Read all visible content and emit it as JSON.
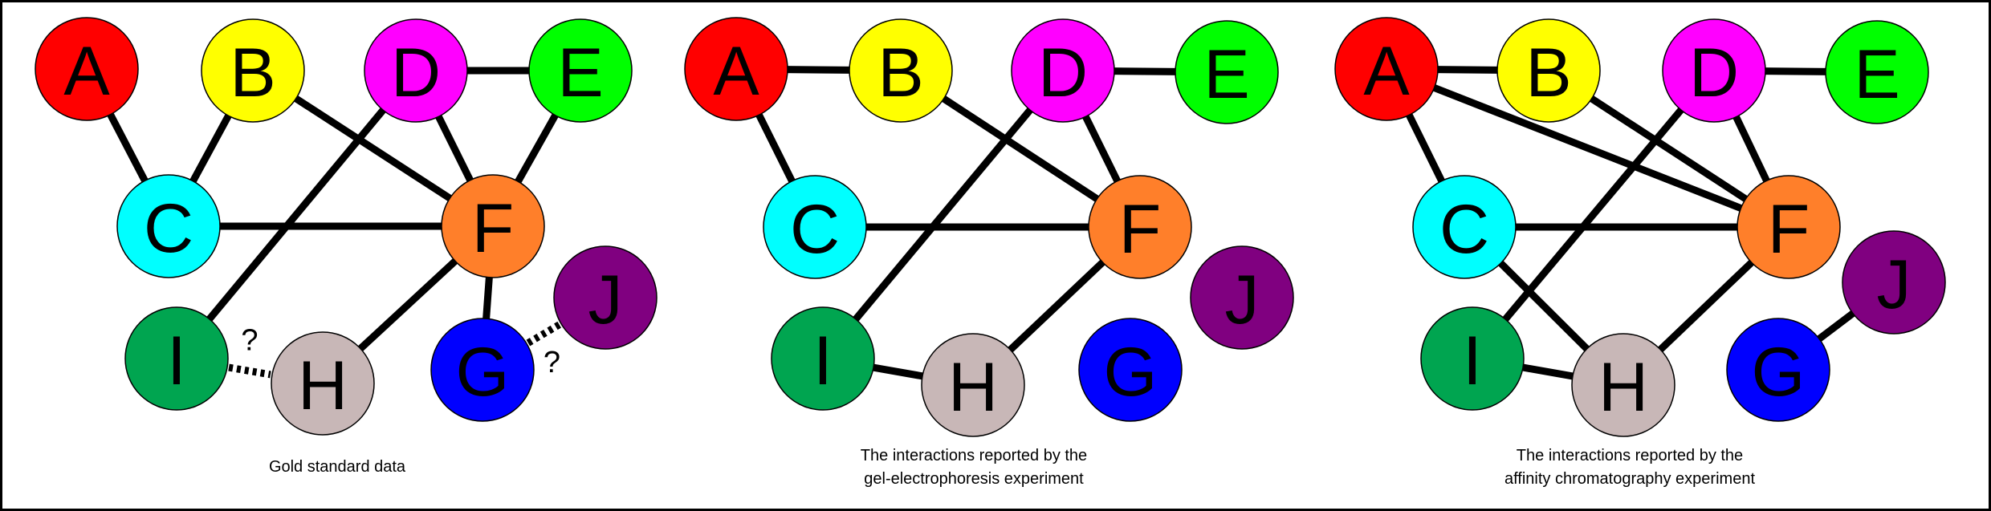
{
  "node_colors": {
    "A": "#ff0000",
    "B": "#ffff00",
    "C": "#00ffff",
    "D": "#ff00ff",
    "E": "#00ff00",
    "F": "#ff7f2a",
    "G": "#0000ff",
    "H": "#c8b7b7",
    "I": "#00a550",
    "J": "#800080"
  },
  "panels": [
    {
      "caption": [
        "Gold standard data"
      ],
      "edges": [
        [
          "A",
          "C"
        ],
        [
          "C",
          "B"
        ],
        [
          "B",
          "F"
        ],
        [
          "D",
          "E"
        ],
        [
          "D",
          "F"
        ],
        [
          "E",
          "F"
        ],
        [
          "C",
          "F"
        ],
        [
          "D",
          "I"
        ],
        [
          "F",
          "H"
        ],
        [
          "F",
          "G"
        ]
      ],
      "uncertain_edges": [
        {
          "from": "I",
          "to": "H",
          "label": "?"
        },
        {
          "from": "G",
          "to": "J",
          "label": "?"
        }
      ]
    },
    {
      "caption": [
        "The interactions reported by the",
        "gel-electrophoresis experiment"
      ],
      "edges": [
        [
          "A",
          "B"
        ],
        [
          "A",
          "C"
        ],
        [
          "B",
          "F"
        ],
        [
          "D",
          "E"
        ],
        [
          "D",
          "F"
        ],
        [
          "C",
          "F"
        ],
        [
          "D",
          "I"
        ],
        [
          "I",
          "H"
        ],
        [
          "H",
          "F"
        ]
      ],
      "uncertain_edges": []
    },
    {
      "caption": [
        "The interactions reported by the",
        "affinity chromatography experiment"
      ],
      "edges": [
        [
          "A",
          "B"
        ],
        [
          "A",
          "C"
        ],
        [
          "A",
          "F"
        ],
        [
          "B",
          "F"
        ],
        [
          "D",
          "E"
        ],
        [
          "D",
          "F"
        ],
        [
          "C",
          "F"
        ],
        [
          "D",
          "I"
        ],
        [
          "C",
          "H"
        ],
        [
          "I",
          "H"
        ],
        [
          "H",
          "F"
        ],
        [
          "G",
          "J"
        ]
      ],
      "uncertain_edges": []
    }
  ]
}
